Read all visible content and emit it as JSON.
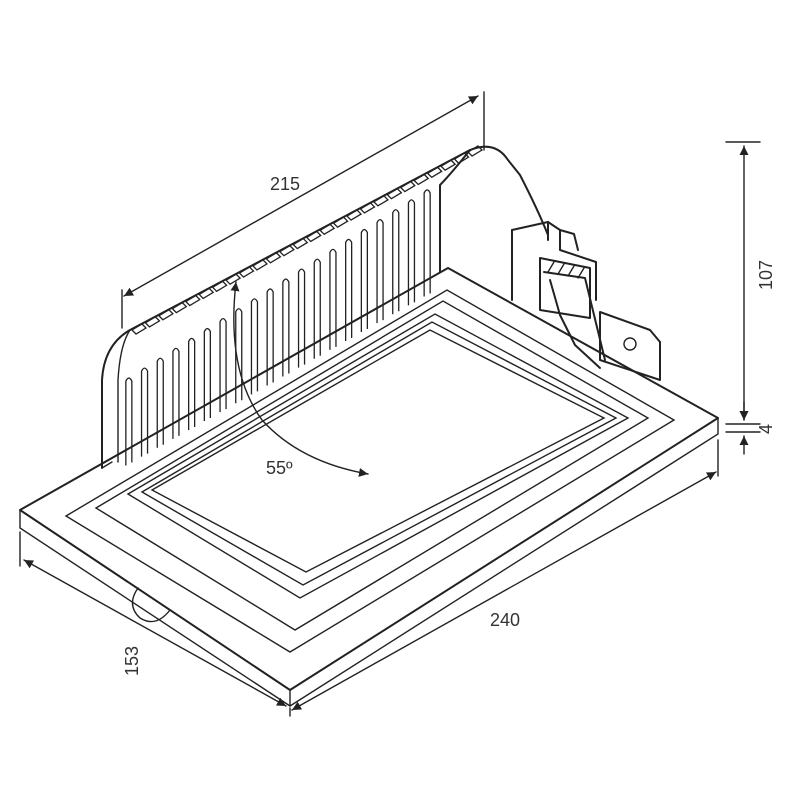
{
  "dimensions": {
    "length_top": "215",
    "length_front": "240",
    "width": "153",
    "height": "107",
    "flange": "4",
    "tilt_angle": "55º"
  },
  "colors": {
    "line": "#222222",
    "background": "#ffffff"
  }
}
